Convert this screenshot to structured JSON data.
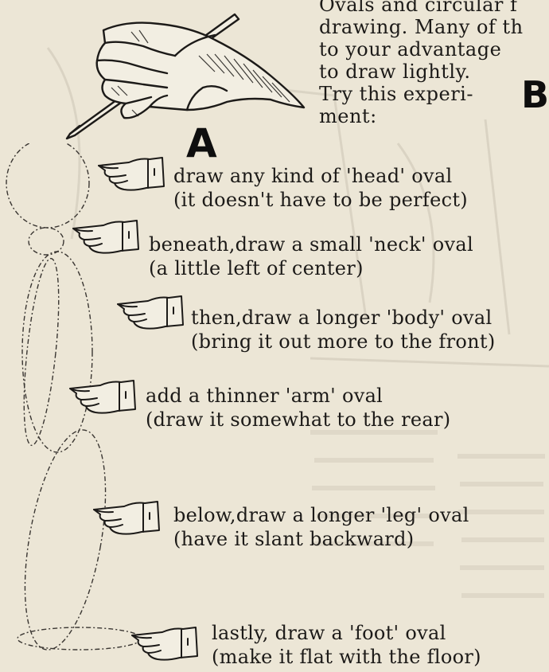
{
  "intro": {
    "lines": [
      "Ovals and circular f",
      "drawing. Many of th",
      "to your advantage",
      "to draw lightly.",
      "Try this experi-",
      "ment:"
    ]
  },
  "labels": {
    "a": "A",
    "b": "B"
  },
  "steps": [
    {
      "line1": "draw any kind of 'head' oval",
      "line2": "(it doesn't have to be perfect)"
    },
    {
      "line1": "beneath,draw a small 'neck' oval",
      "line2": "(a little left of center)"
    },
    {
      "line1": "then,draw a longer 'body' oval",
      "line2": "(bring it out more to the front)"
    },
    {
      "line1": "add a thinner 'arm' oval",
      "line2": "(draw it somewhat to the rear)"
    },
    {
      "line1": "below,draw a longer 'leg' oval",
      "line2": "(have it slant backward)"
    },
    {
      "line1": "lastly, draw a 'foot' oval",
      "line2": "(make it flat with the floor)"
    }
  ],
  "icons": {
    "drawing_hand": "hand-holding-pencil-icon",
    "pointer": "pointing-hand-icon"
  },
  "colors": {
    "paper": "#ece6d6",
    "ink": "#1c1a18"
  }
}
